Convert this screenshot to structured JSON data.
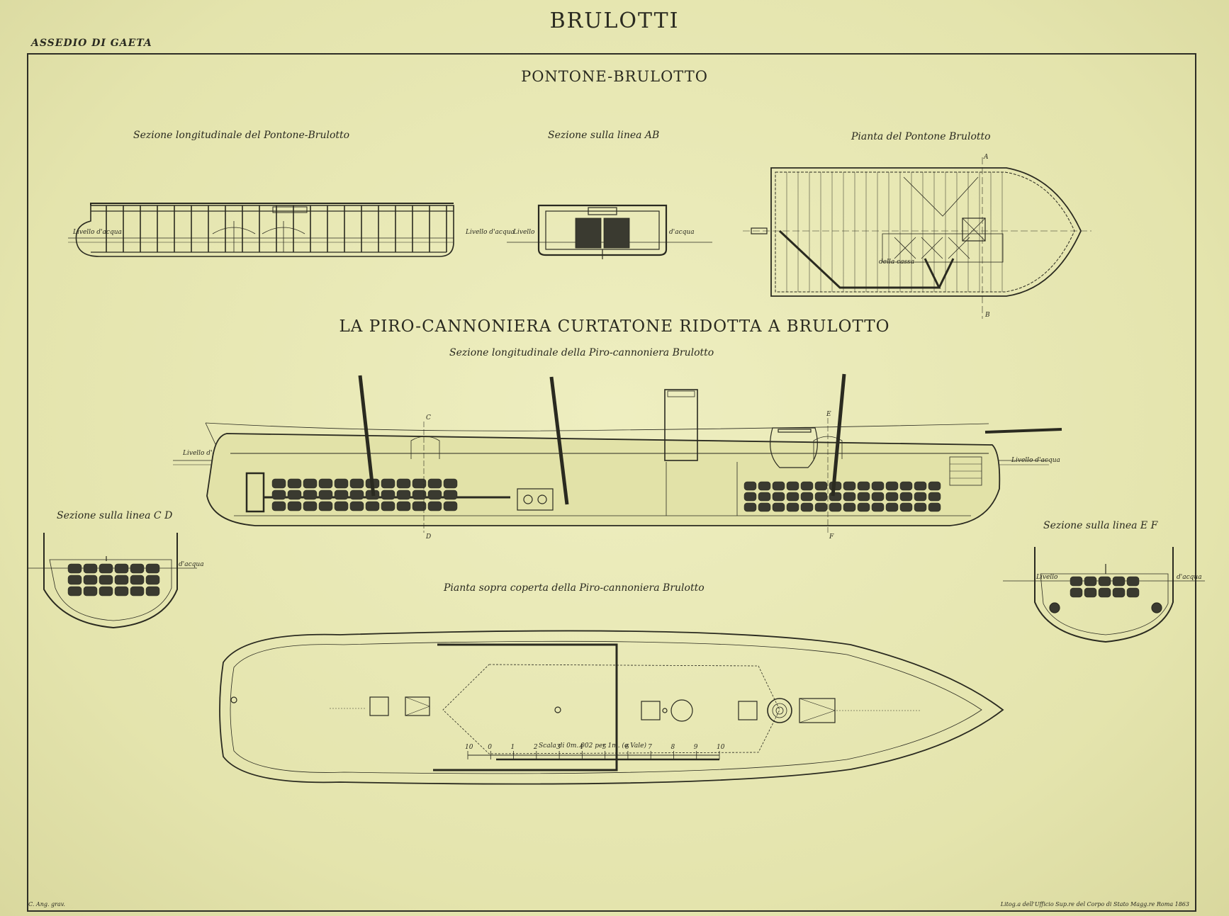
{
  "sheet": {
    "title": "BRULOTTI",
    "corner_label": "ASSEDIO DI GAETA"
  },
  "pontone": {
    "heading": "PONTONE-BRULOTTO",
    "longitudinal_caption": "Sezione longitudinale del Pontone-Brulotto",
    "section_caption": "Sezione sulla linea AB",
    "plan_caption": "Pianta del Pontone Brulotto",
    "water_label_left": "Livello d'acqua",
    "water_label_mid": "Livello d'acqua",
    "water_label_sec_left": "Livello",
    "water_label_sec_right": "d'acqua",
    "plan_inner_label": "della cassa",
    "marker_a": "A",
    "marker_b": "B"
  },
  "gunboat": {
    "heading": "LA PIRO-CANNONIERA CURTATONE RIDOTTA A BRULOTTO",
    "longitudinal_caption": "Sezione longitudinale della Piro-cannoniera Brulotto",
    "water_label_left": "Livello d'acqua",
    "water_label_right": "Livello d'acqua",
    "marker_c": "C",
    "marker_d": "D",
    "marker_e": "E",
    "marker_f": "F",
    "section_cd_caption": "Sezione sulla linea C D",
    "section_cd_water": "d'acqua",
    "section_ef_caption": "Sezione sulla linea E F",
    "section_ef_water_left": "Livello",
    "section_ef_water_right": "d'acqua",
    "deck_plan_caption": "Pianta sopra coperta della Piro-cannoniera Brulotto"
  },
  "scale": {
    "caption": "Scala di 0m. 002 per 1m. (o Vale)",
    "ticks": [
      "10",
      "0",
      "1",
      "2",
      "3",
      "4",
      "5",
      "6",
      "7",
      "8",
      "9",
      "10"
    ]
  },
  "credits": {
    "left": "C. Ang. grav.",
    "right": "Litog.a dell'Ufficio Sup.re del Corpo di Stato Magg.re Roma 1863"
  },
  "colors": {
    "paper": "#e6e6b2",
    "ink": "#2a2a20",
    "dark_fill": "#3a3a30"
  }
}
